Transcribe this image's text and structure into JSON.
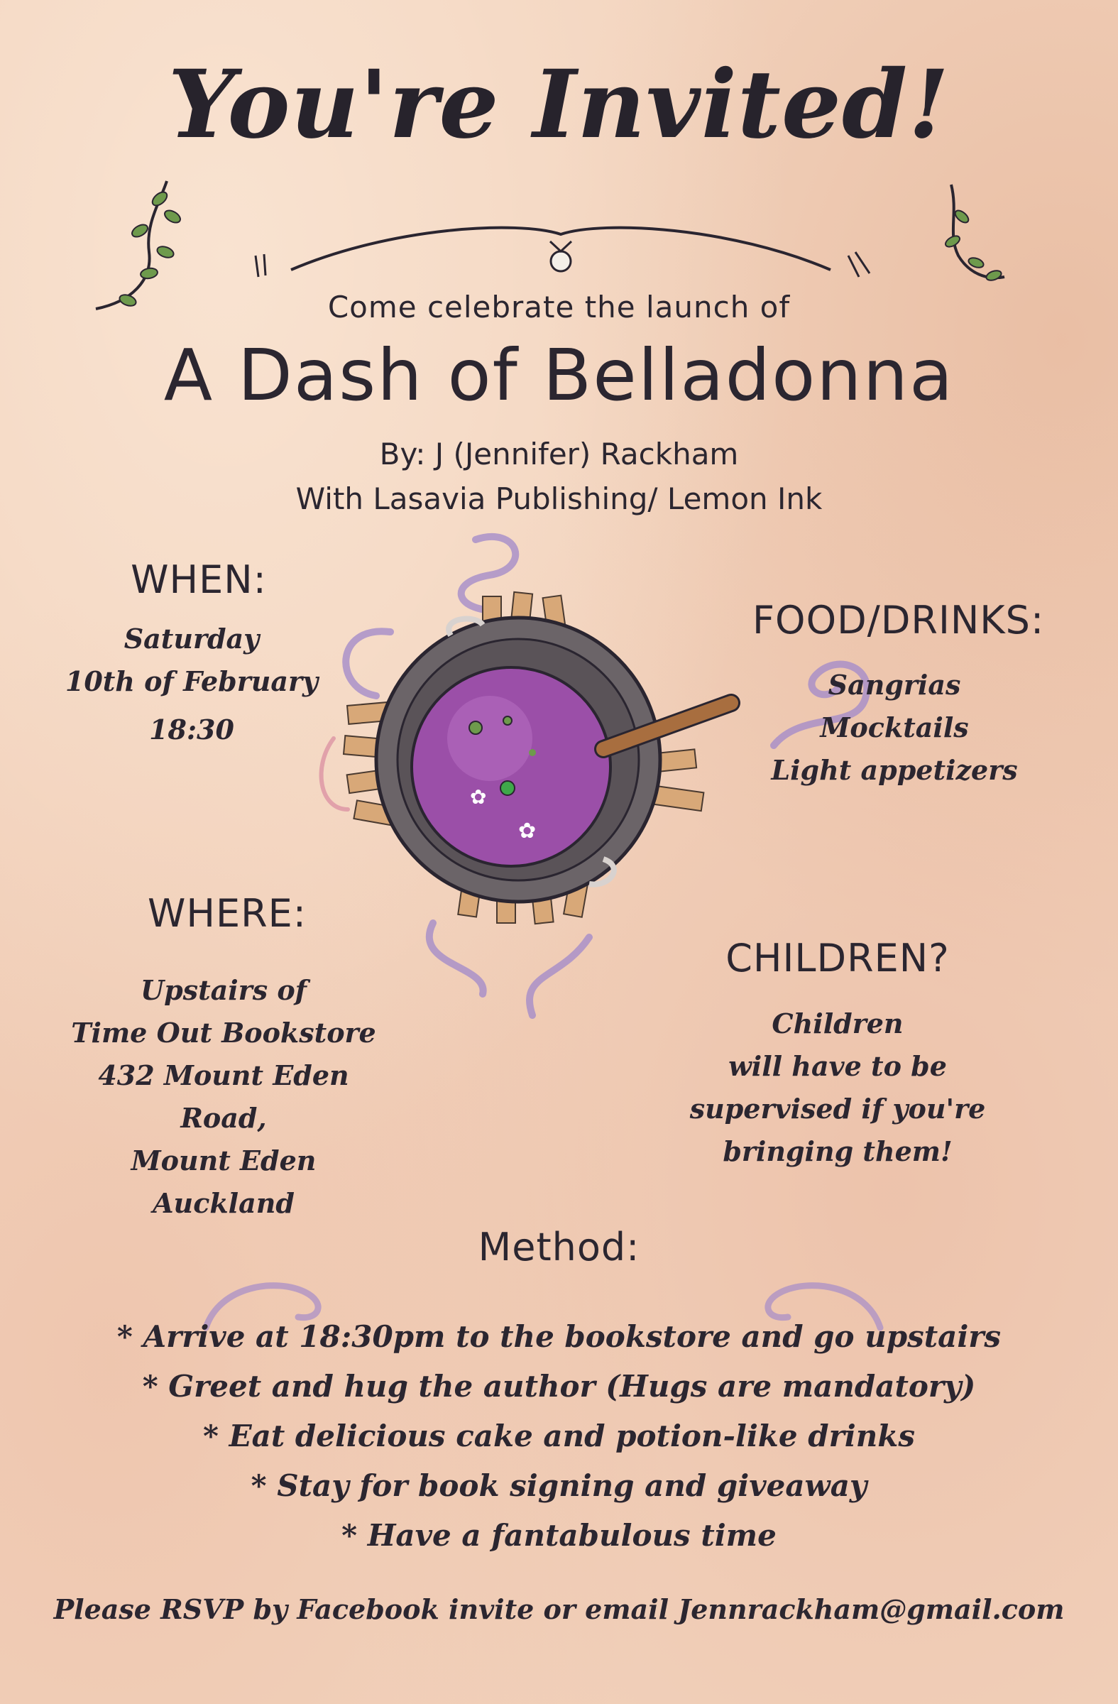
{
  "header": {
    "title": "You're Invited!",
    "subtitle": "Come celebrate the launch of",
    "book_title": "A Dash of Belladonna",
    "byline": "By: J (Jennifer) Rackham",
    "publisher": "With Lasavia Publishing/ Lemon Ink"
  },
  "when": {
    "heading": "WHEN:",
    "lines": [
      "Saturday",
      "10th of February",
      "18:30"
    ]
  },
  "food": {
    "heading": "FOOD/DRINKS:",
    "lines": [
      "Sangrias",
      "Mocktails",
      "Light appetizers"
    ]
  },
  "where": {
    "heading": "WHERE:",
    "lines": [
      "Upstairs of",
      "Time Out Bookstore",
      "432 Mount Eden Road,",
      "Mount Eden",
      "Auckland"
    ]
  },
  "children": {
    "heading": "CHILDREN?",
    "lines": [
      "Children",
      "will have to be",
      "supervised if you're",
      "bringing them!"
    ]
  },
  "method": {
    "heading": "Method:",
    "steps": [
      "* Arrive at 18:30pm to the bookstore and go upstairs",
      "* Greet and hug the author (Hugs are mandatory)",
      "* Eat delicious cake and potion-like drinks",
      "* Stay for book signing and giveaway",
      "* Have a fantabulous time"
    ]
  },
  "rsvp": "Please RSVP by Facebook invite or email Jennrackham@gmail.com",
  "colors": {
    "paper": "#f2d3bd",
    "ink": "#2a2530",
    "potion": "#9b4fa8",
    "swirl": "#a58cc9",
    "leaf": "#6e9a4c"
  },
  "icons": [
    "vine-left-icon",
    "vine-right-icon",
    "banner-line-icon",
    "cauldron-icon",
    "swirl-icon"
  ]
}
